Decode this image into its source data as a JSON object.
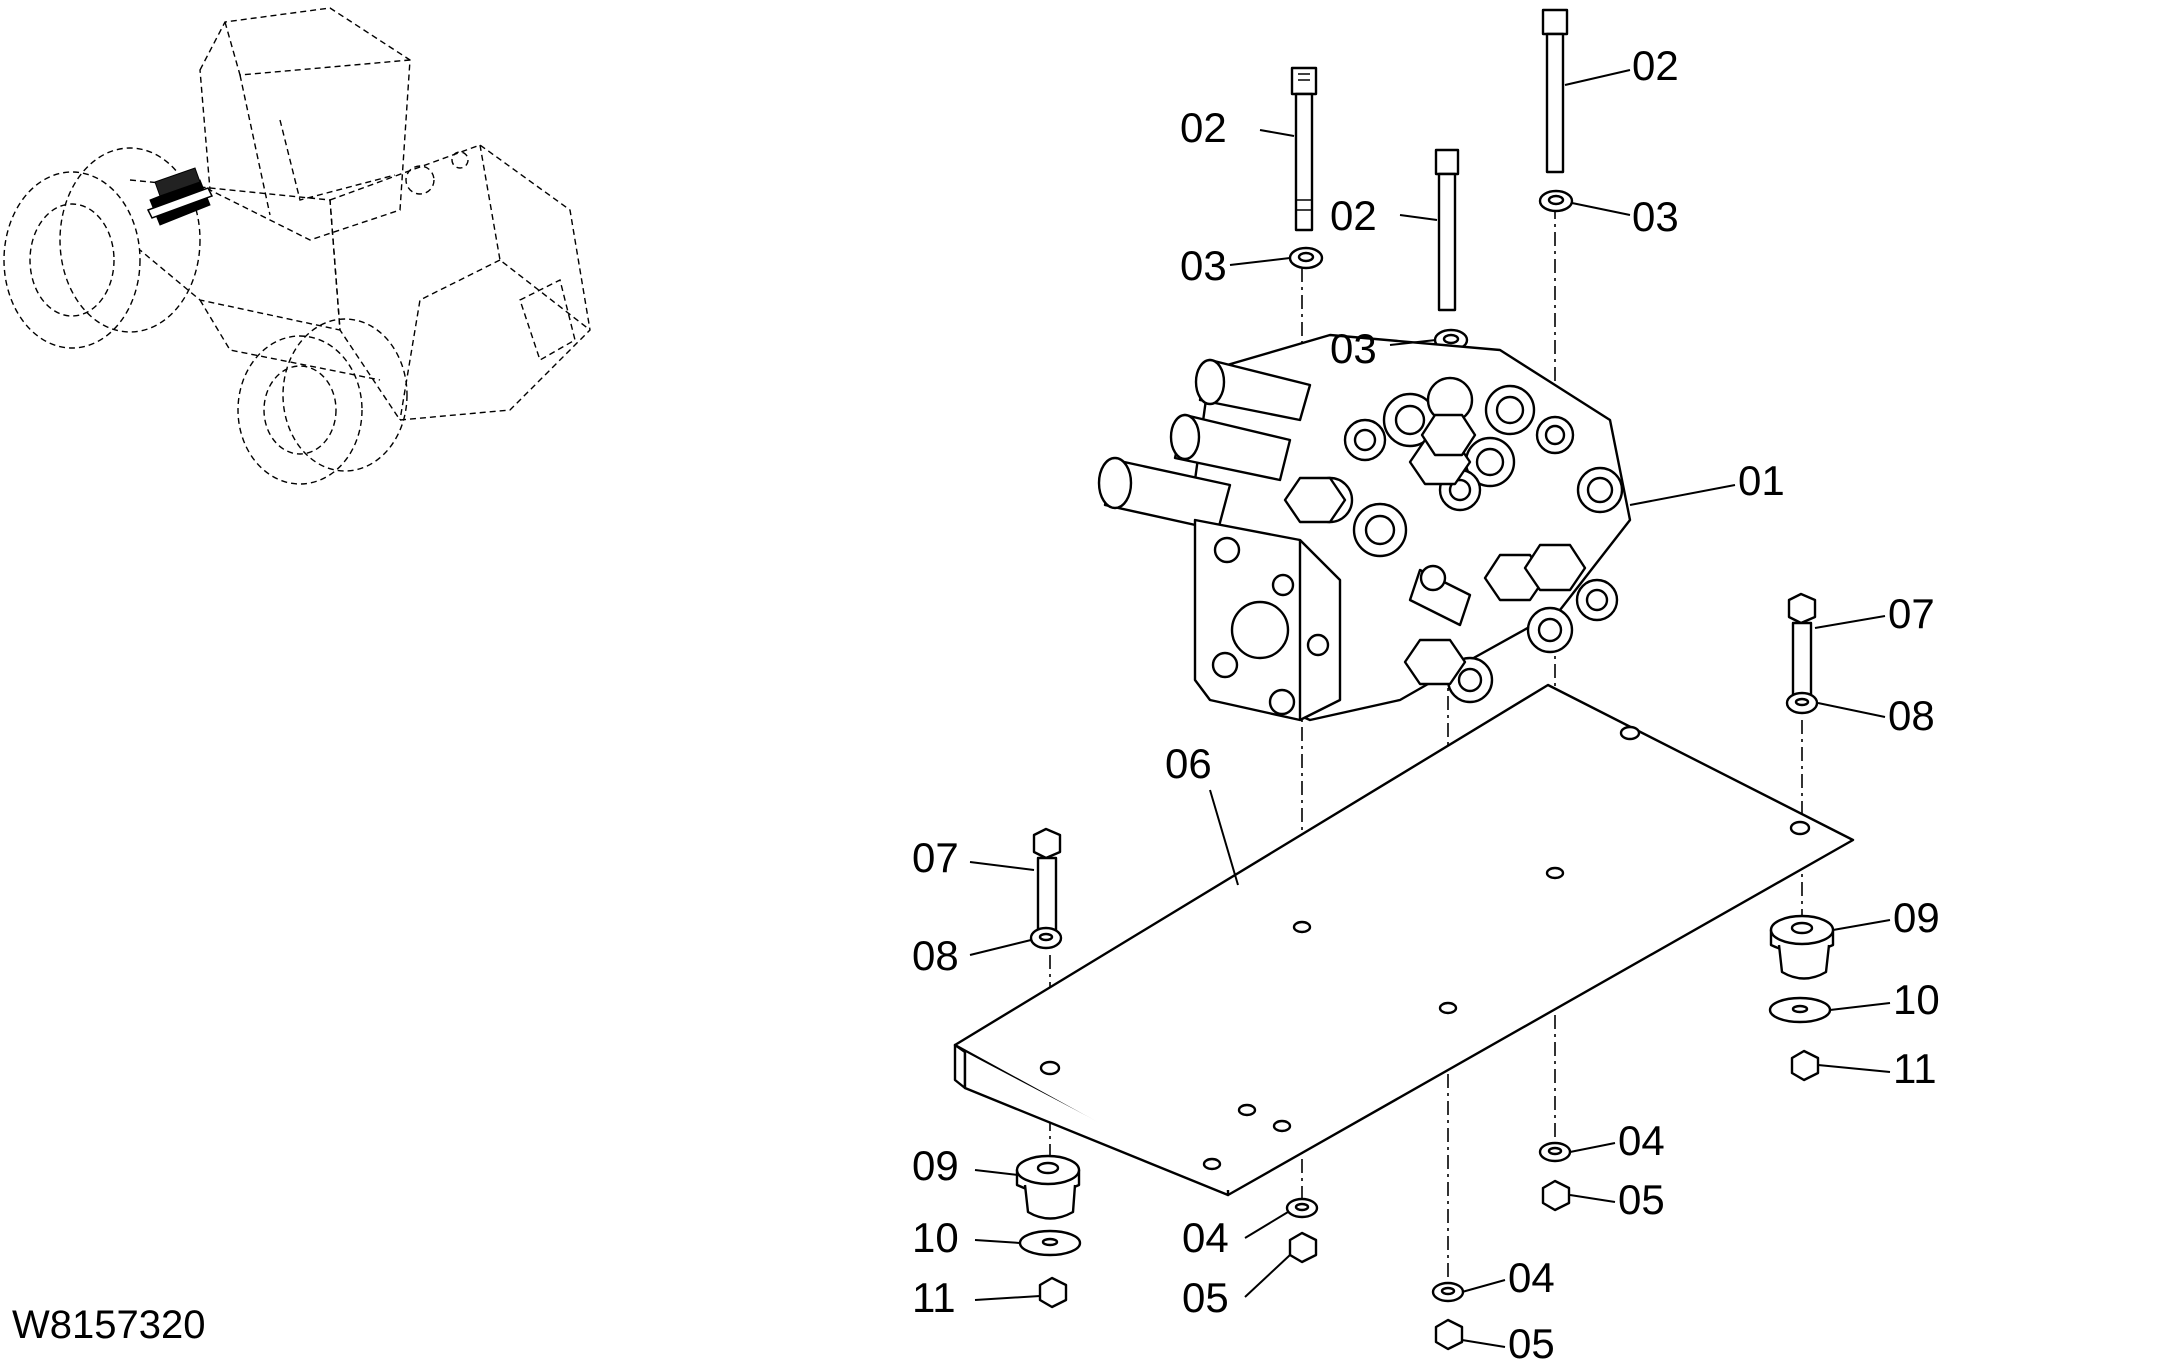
{
  "drawing": {
    "number": "W8157320"
  },
  "callouts": {
    "c01": "01",
    "c02": "02",
    "c03": "03",
    "c04": "04",
    "c05": "05",
    "c06": "06",
    "c07": "07",
    "c08": "08",
    "c09": "09",
    "c10": "10",
    "c11": "11"
  },
  "colors": {
    "line": "#000000",
    "background": "#ffffff"
  }
}
